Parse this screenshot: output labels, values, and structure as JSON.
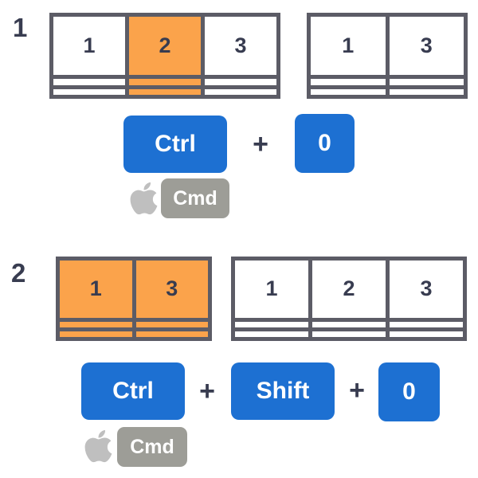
{
  "colors": {
    "orange": "#FBA34B",
    "grid_border": "#5C5C66",
    "text_dark": "#383C50",
    "key_blue": "#1D70D2",
    "key_gray": "#9D9D97",
    "apple_gray": "#BFBFBF"
  },
  "sections": [
    {
      "index": "1",
      "before_table": {
        "headers": [
          "1",
          "2",
          "3"
        ],
        "body_rows": 2,
        "highlighted_columns": [
          1
        ]
      },
      "after_table": {
        "headers": [
          "1",
          "3"
        ],
        "body_rows": 2,
        "highlighted_columns": []
      },
      "shortcut": {
        "keys": [
          "Ctrl",
          "0"
        ],
        "separator": "+",
        "mac_alternative": {
          "icon": "apple-logo",
          "key": "Cmd"
        }
      }
    },
    {
      "index": "2",
      "before_table": {
        "headers": [
          "1",
          "3"
        ],
        "body_rows": 2,
        "highlighted_columns": [
          0,
          1
        ]
      },
      "after_table": {
        "headers": [
          "1",
          "2",
          "3"
        ],
        "body_rows": 2,
        "highlighted_columns": []
      },
      "shortcut": {
        "keys": [
          "Ctrl",
          "Shift",
          "0"
        ],
        "separator": "+",
        "mac_alternative": {
          "icon": "apple-logo",
          "key": "Cmd"
        }
      }
    }
  ]
}
